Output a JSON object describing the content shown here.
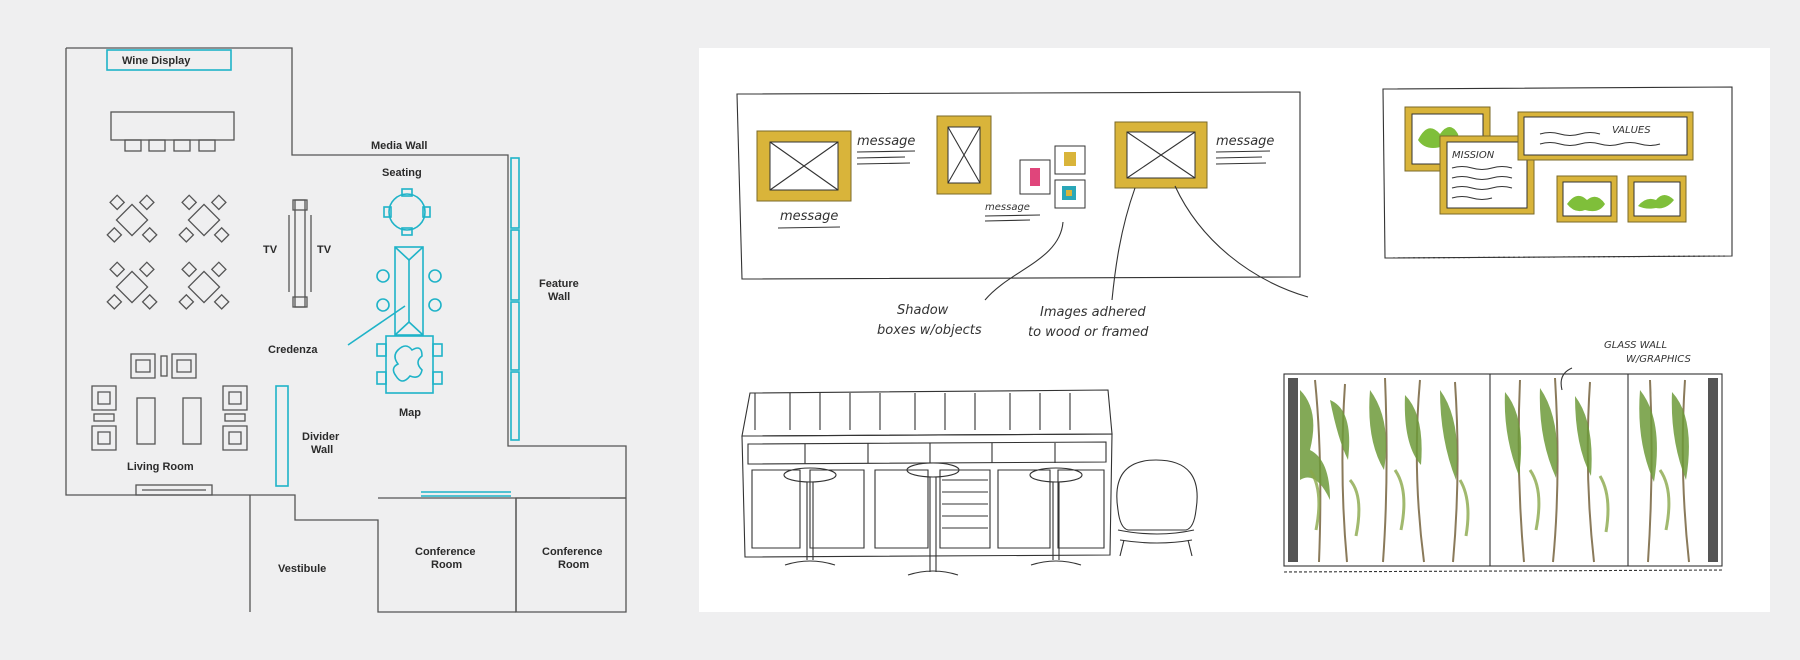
{
  "floor_plan": {
    "labels": {
      "wine_display": "Wine Display",
      "media_wall": "Media Wall",
      "seating": "Seating",
      "tv_left": "TV",
      "tv_right": "TV",
      "feature_wall_line1": "Feature",
      "feature_wall_line2": "Wall",
      "credenza": "Credenza",
      "map": "Map",
      "divider_wall_line1": "Divider",
      "divider_wall_line2": "Wall",
      "living_room": "Living Room",
      "vestibule": "Vestibule",
      "conference_room_1_line1": "Conference",
      "conference_room_1_line2": "Room",
      "conference_room_2_line1": "Conference",
      "conference_room_2_line2": "Room"
    },
    "colors": {
      "wall": "#555555",
      "highlight": "#1fb3c8"
    }
  },
  "sketches": {
    "message_1": "message",
    "message_2": "message",
    "message_3": "message",
    "message_4": "message",
    "note_shadow_line1": "Shadow",
    "note_shadow_line2": "boxes w/objects",
    "note_images_line1": "Images adhered",
    "note_images_line2": "to wood or framed",
    "mission": "MISSION",
    "values": "VALUES",
    "glass_wall_line1": "GLASS WALL",
    "glass_wall_line2": "W/GRAPHICS",
    "colors": {
      "frame_gold": "#d9b43a",
      "foliage": "#6d9a3a",
      "accent_pink": "#e0457b",
      "accent_teal": "#2aa7b8"
    }
  }
}
